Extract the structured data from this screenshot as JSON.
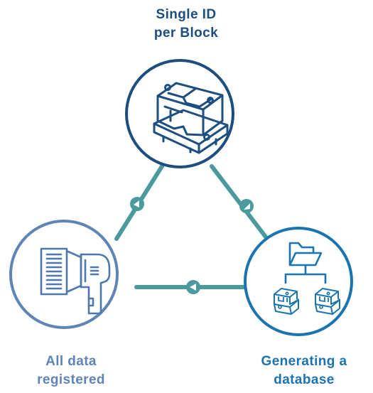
{
  "colors": {
    "connector": "#4a9a9e",
    "node_top": "#1d4e80",
    "node_left": "#5f84b6",
    "node_right": "#1b74b0",
    "icon_top": "#1d4e80",
    "icon_left": "#4f79ad",
    "icon_right": "#1b74b0",
    "background": "#ffffff"
  },
  "nodes": {
    "top": {
      "label_lines": [
        "Single ID",
        "per Block"
      ],
      "icon": "block-icon"
    },
    "left": {
      "label_lines": [
        "All data",
        "registered"
      ],
      "icon": "barcode-scanner-icon"
    },
    "right": {
      "label_lines": [
        "Generating a",
        "database"
      ],
      "icon": "database-tree-icon"
    }
  },
  "edges": [
    {
      "from": "top",
      "to": "left",
      "arrow_icon": "arrow-marker-icon"
    },
    {
      "from": "top",
      "to": "right",
      "arrow_icon": "arrow-marker-icon"
    },
    {
      "from": "right",
      "to": "left",
      "arrow_icon": "arrow-marker-icon"
    }
  ]
}
